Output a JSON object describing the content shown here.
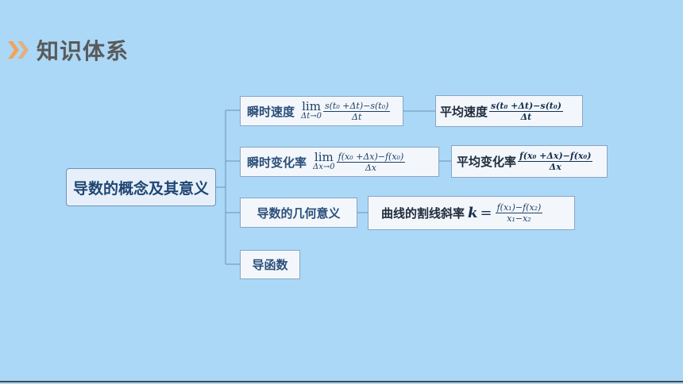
{
  "page": {
    "title": "知识体系"
  },
  "root": {
    "label": "导数的概念及其意义"
  },
  "branches": [
    {
      "label": "瞬时速度",
      "lim_word": "lim",
      "lim_sub": "Δt→0",
      "numerator": "s(t₀ +Δt)−s(t₀)",
      "denominator": "Δt",
      "source": {
        "label": "平均速度",
        "numerator": "s(t₀ +Δt)−s(t₀)",
        "denominator": "Δt"
      }
    },
    {
      "label": "瞬时变化率",
      "lim_word": "lim",
      "lim_sub": "Δx→0",
      "numerator": "f(x₀ +Δx)−f(x₀)",
      "denominator": "Δx",
      "source": {
        "label": "平均变化率",
        "numerator": "f(x₀ +Δx)−f(x₀)",
        "denominator": "Δx"
      }
    },
    {
      "label": "导数的几何意义",
      "source": {
        "label": "曲线的割线斜率",
        "variable": "k",
        "equals": "=",
        "numerator": "f(x₁)−f(x₂)",
        "denominator": "x₁−x₂"
      }
    },
    {
      "label": "导函数"
    }
  ],
  "colors": {
    "background": "#abd8f7",
    "box_border": "#8aa4c4",
    "title_text": "#5a5a5a",
    "chevron": "#f2a35c",
    "node_text": "#2b4f7a",
    "connector": "#6f8fb0"
  }
}
